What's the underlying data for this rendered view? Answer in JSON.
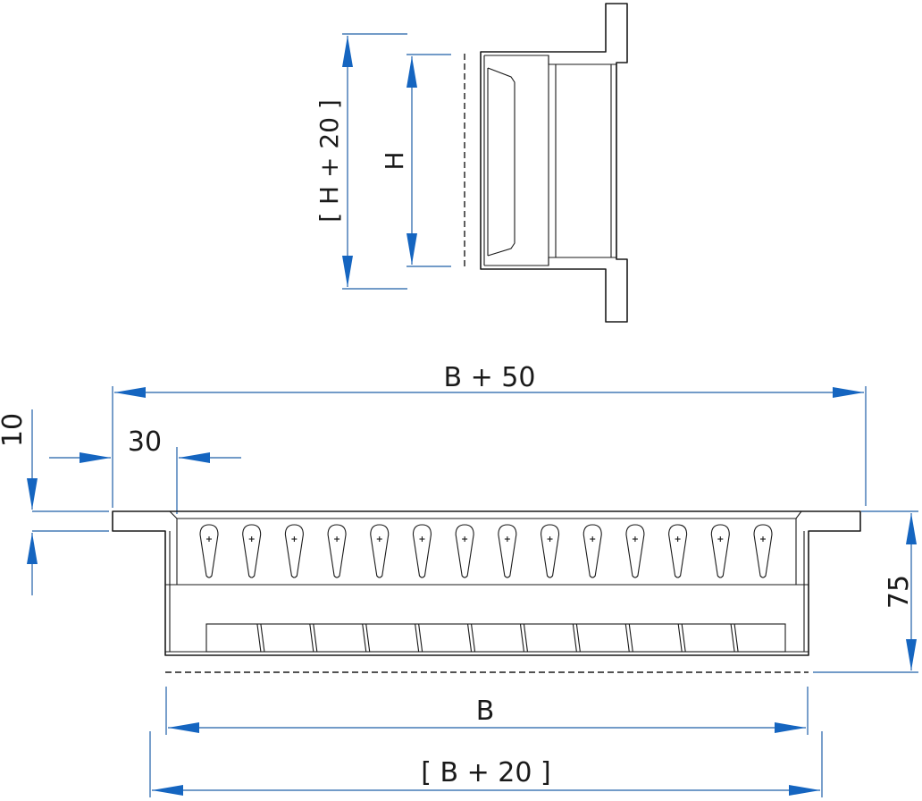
{
  "labels": {
    "h_plus_20": "[ H + 20 ]",
    "h": "H",
    "b_plus_50": "B + 50",
    "thirty": "30",
    "ten": "10",
    "seventy_five": "75",
    "b": "B",
    "b_plus_20": "[ B + 20 ]"
  },
  "colors": {
    "dimension": "#1565c0",
    "outline": "#1a1a1a"
  },
  "slot_count": 14,
  "grate_segment_count": 11
}
